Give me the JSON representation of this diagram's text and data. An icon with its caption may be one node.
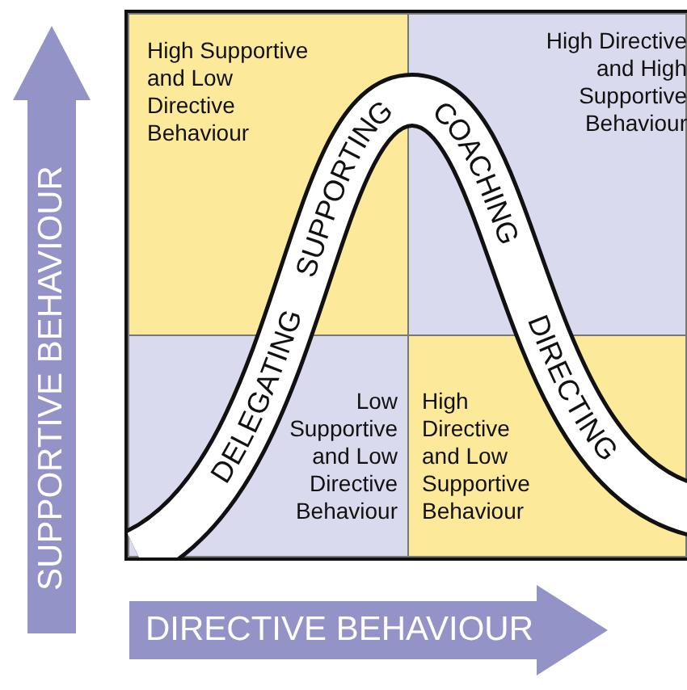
{
  "diagram": {
    "nodes": [
      {
        "text": [
          "High Supportive and Low Directive Behaviour"
        ]
      },
      {
        "text": [
          "High Directive and High Supportive Behaviour"
        ]
      },
      {
        "text": [
          "Low Supportive and Low Directive Behaviour"
        ]
      },
      {
        "text": [
          "High Directive and Low Supportive Behaviour"
        ]
      },
      {
        "text": [
          "SUPPORTIVE BEHAVIOUR"
        ]
      },
      {
        "text": [
          "DIRECTIVE BEHAVIOUR"
        ]
      }
    ],
    "edges": [],
    "labels": [
      "DELEGATING",
      "SUPPORTING",
      "COACHING",
      "DIRECTING"
    ]
  }
}
